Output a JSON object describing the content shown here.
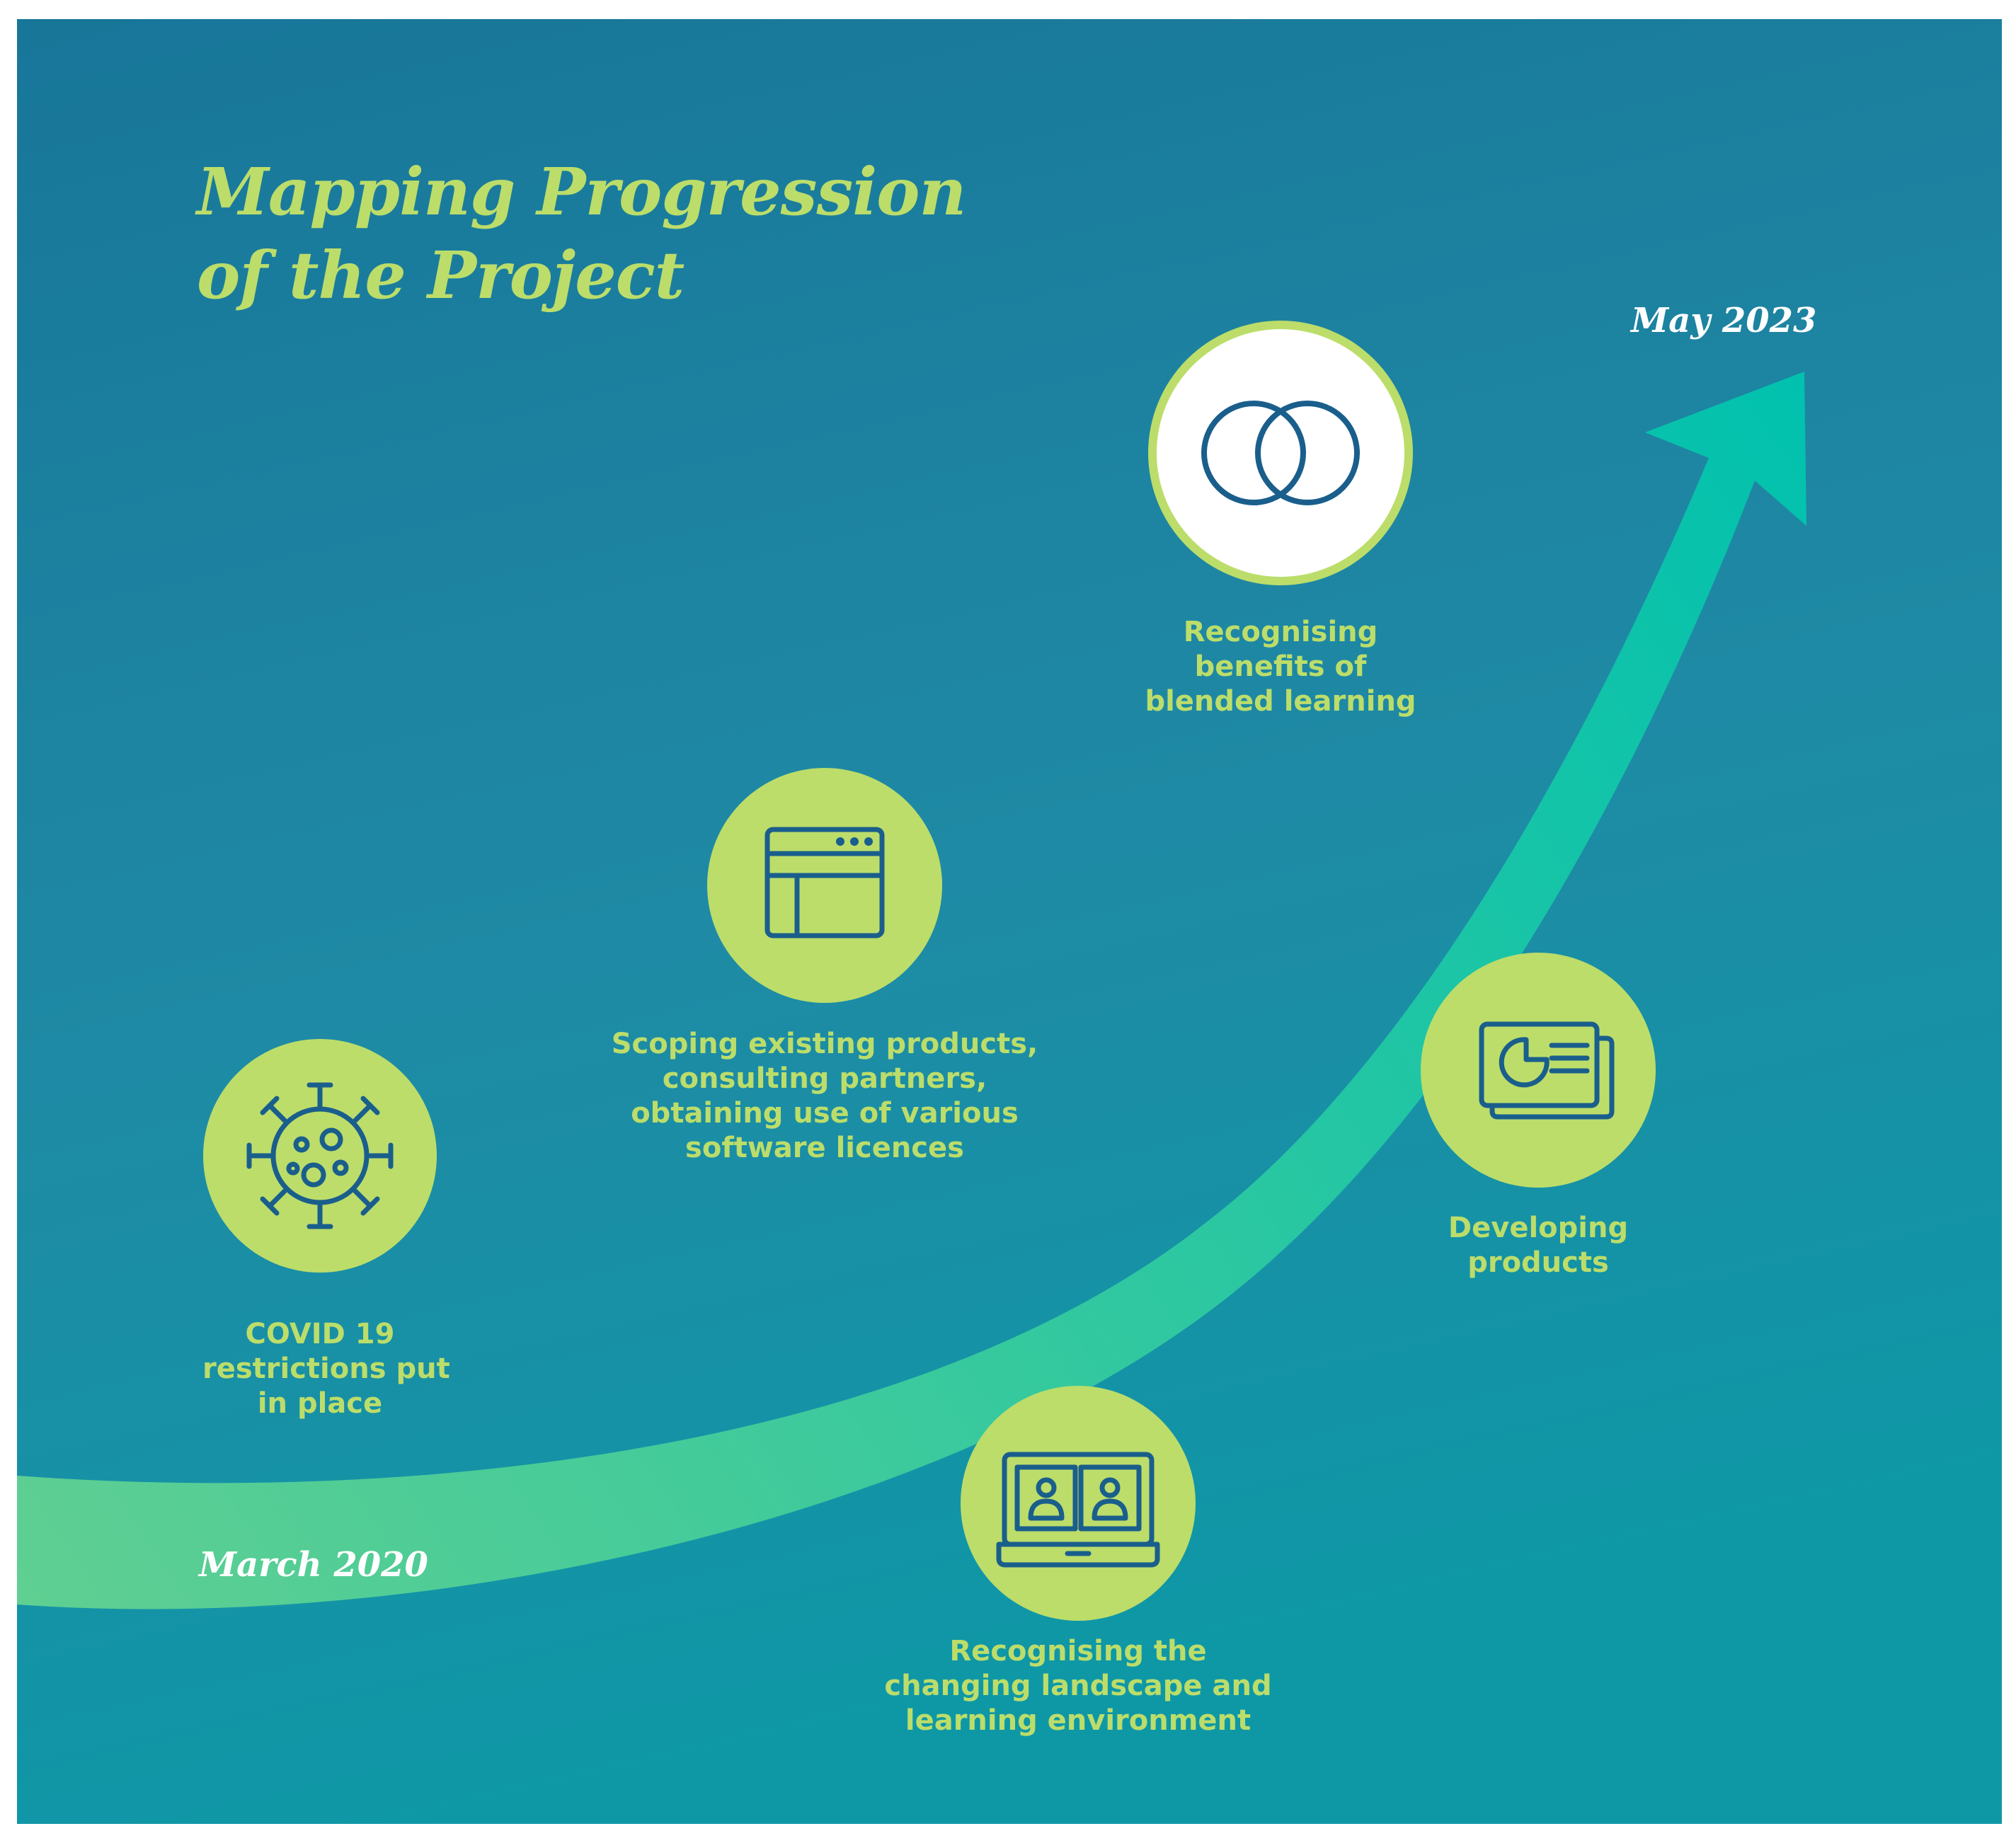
{
  "title": {
    "line1": "Mapping Progression",
    "line2": "of the Project"
  },
  "start_date": "March 2020",
  "end_date": "May 2023",
  "colors": {
    "bg_top": "#187699",
    "bg_mid": "#1f8aa5",
    "bg_bottom": "#0e98a6",
    "title": "#bcdd6a",
    "label": "#bcdd6a",
    "date": "#ffffff",
    "circle": "#bcdd6a",
    "icon_stroke": "#1a5e8c",
    "arrow_start": "#5fcf92",
    "arrow_end": "#00c1ae",
    "ring_white": "#ffffff"
  },
  "milestones": [
    {
      "icon": "virus-icon",
      "lines": [
        "COVID 19",
        "restrictions put",
        "in place"
      ]
    },
    {
      "icon": "browser-window-icon",
      "lines": [
        "Scoping existing products,",
        "consulting partners,",
        "obtaining use of various",
        "software licences"
      ]
    },
    {
      "icon": "interlocking-circles-icon",
      "lines": [
        "Recognising",
        "benefits of",
        "blended learning"
      ]
    },
    {
      "icon": "presentation-slides-icon",
      "lines": [
        "Developing",
        "products"
      ]
    },
    {
      "icon": "laptop-video-call-icon",
      "lines": [
        "Recognising the",
        "changing landscape and",
        "learning environment"
      ]
    }
  ]
}
